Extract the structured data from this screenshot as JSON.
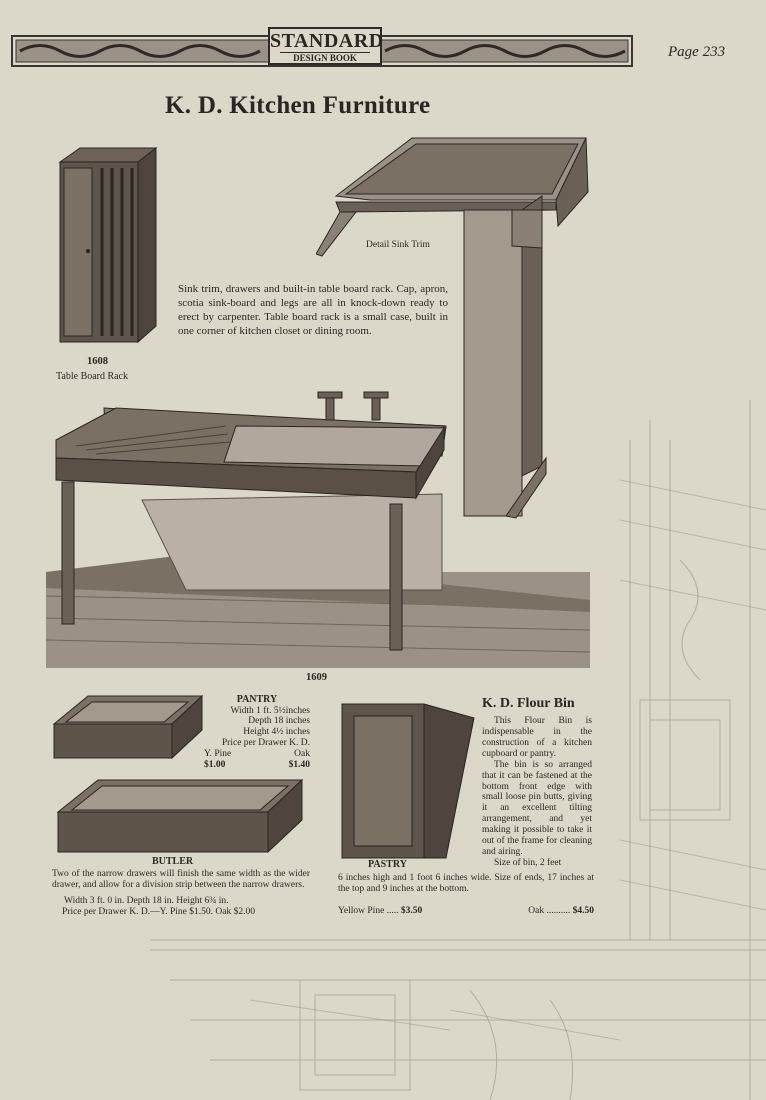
{
  "header": {
    "logo_top": "STANDARD",
    "logo_bottom": "DESIGN BOOK",
    "page_label": "Page 233"
  },
  "title": "K. D. Kitchen Furniture",
  "rack": {
    "number": "1608",
    "caption": "Table Board Rack"
  },
  "sink_trim_caption": "Detail Sink Trim",
  "sink_description": "Sink trim, drawers and built-in table board rack.  Cap, apron, scotia sink-board and legs are all in knock-down ready to erect by carpenter.  Table board rack is a small case, built in one corner of kitchen closet or dining room.",
  "sink": {
    "number": "1609"
  },
  "pantry": {
    "heading": "PANTRY",
    "width": "Width 1 ft. 5½inches",
    "depth": "Depth 18 inches",
    "height": "Height 4½ inches",
    "price_label_1": "Price per Drawer K. D.",
    "price_label_2a": "Y. Pine",
    "price_label_2b": "Oak",
    "pine_price": "$1.00",
    "oak_price": "$1.40"
  },
  "butler": {
    "heading": "BUTLER",
    "note": "Two of the narrow drawers will finish the same width as the wider drawer, and allow for a division strip between the narrow drawers.",
    "dimensions": "Width 3 ft. 0 in.   Depth 18 in.   Height 6¾ in.",
    "price": "Price per Drawer K. D.—Y. Pine $1.50. Oak $2.00"
  },
  "flour_bin": {
    "heading": "K. D. Flour Bin",
    "paragraph1": "This Flour Bin is indispensable in the construction of a kitchen cupboard or pantry.",
    "paragraph2": "The bin is so arranged that it can be fastened at the bottom front edge with small loose pin butts, giving it an excellent tilting arrangement, and yet making it possible to take it out of the frame for cleaning and airing.",
    "size_a": "Size of bin, 2 feet",
    "caption": "PASTRY",
    "size_b": "6 inches high and 1 foot 6 inches wide.  Size of ends, 17 inches at the top and 9 inches at the bottom.",
    "pine_label": "Yellow  Pine",
    "pine_price": "$3.50",
    "oak_label": "Oak",
    "oak_price": "$4.50"
  },
  "colors": {
    "paper": "#dcd8c9",
    "ink": "#2a2622",
    "wood_dark": "#5a5046",
    "wood_mid": "#7a7064",
    "wood_light": "#a39a8e"
  }
}
